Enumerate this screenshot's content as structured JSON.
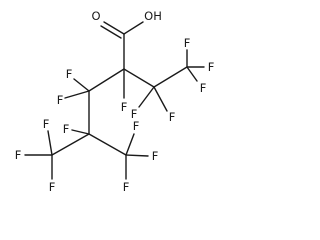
{
  "molecule": {
    "atoms": [
      {
        "id": "o_carbonyl",
        "label": "O"
      },
      {
        "id": "oh",
        "label": "OH"
      },
      {
        "id": "f_c2",
        "label": "F"
      },
      {
        "id": "f_c3a",
        "label": "F"
      },
      {
        "id": "f_c3b",
        "label": "F"
      },
      {
        "id": "f_cf3r_1",
        "label": "F"
      },
      {
        "id": "f_cf3r_2",
        "label": "F"
      },
      {
        "id": "f_cf3r_3",
        "label": "F"
      },
      {
        "id": "f_c5a",
        "label": "F"
      },
      {
        "id": "f_c5b",
        "label": "F"
      },
      {
        "id": "f_c6",
        "label": "F"
      },
      {
        "id": "f_cf3l_1",
        "label": "F"
      },
      {
        "id": "f_cf3l_2",
        "label": "F"
      },
      {
        "id": "f_cf3l_3",
        "label": "F"
      },
      {
        "id": "f_cf3b_1",
        "label": "F"
      },
      {
        "id": "f_cf3b_2",
        "label": "F"
      },
      {
        "id": "f_cf3b_3",
        "label": "F"
      }
    ]
  }
}
